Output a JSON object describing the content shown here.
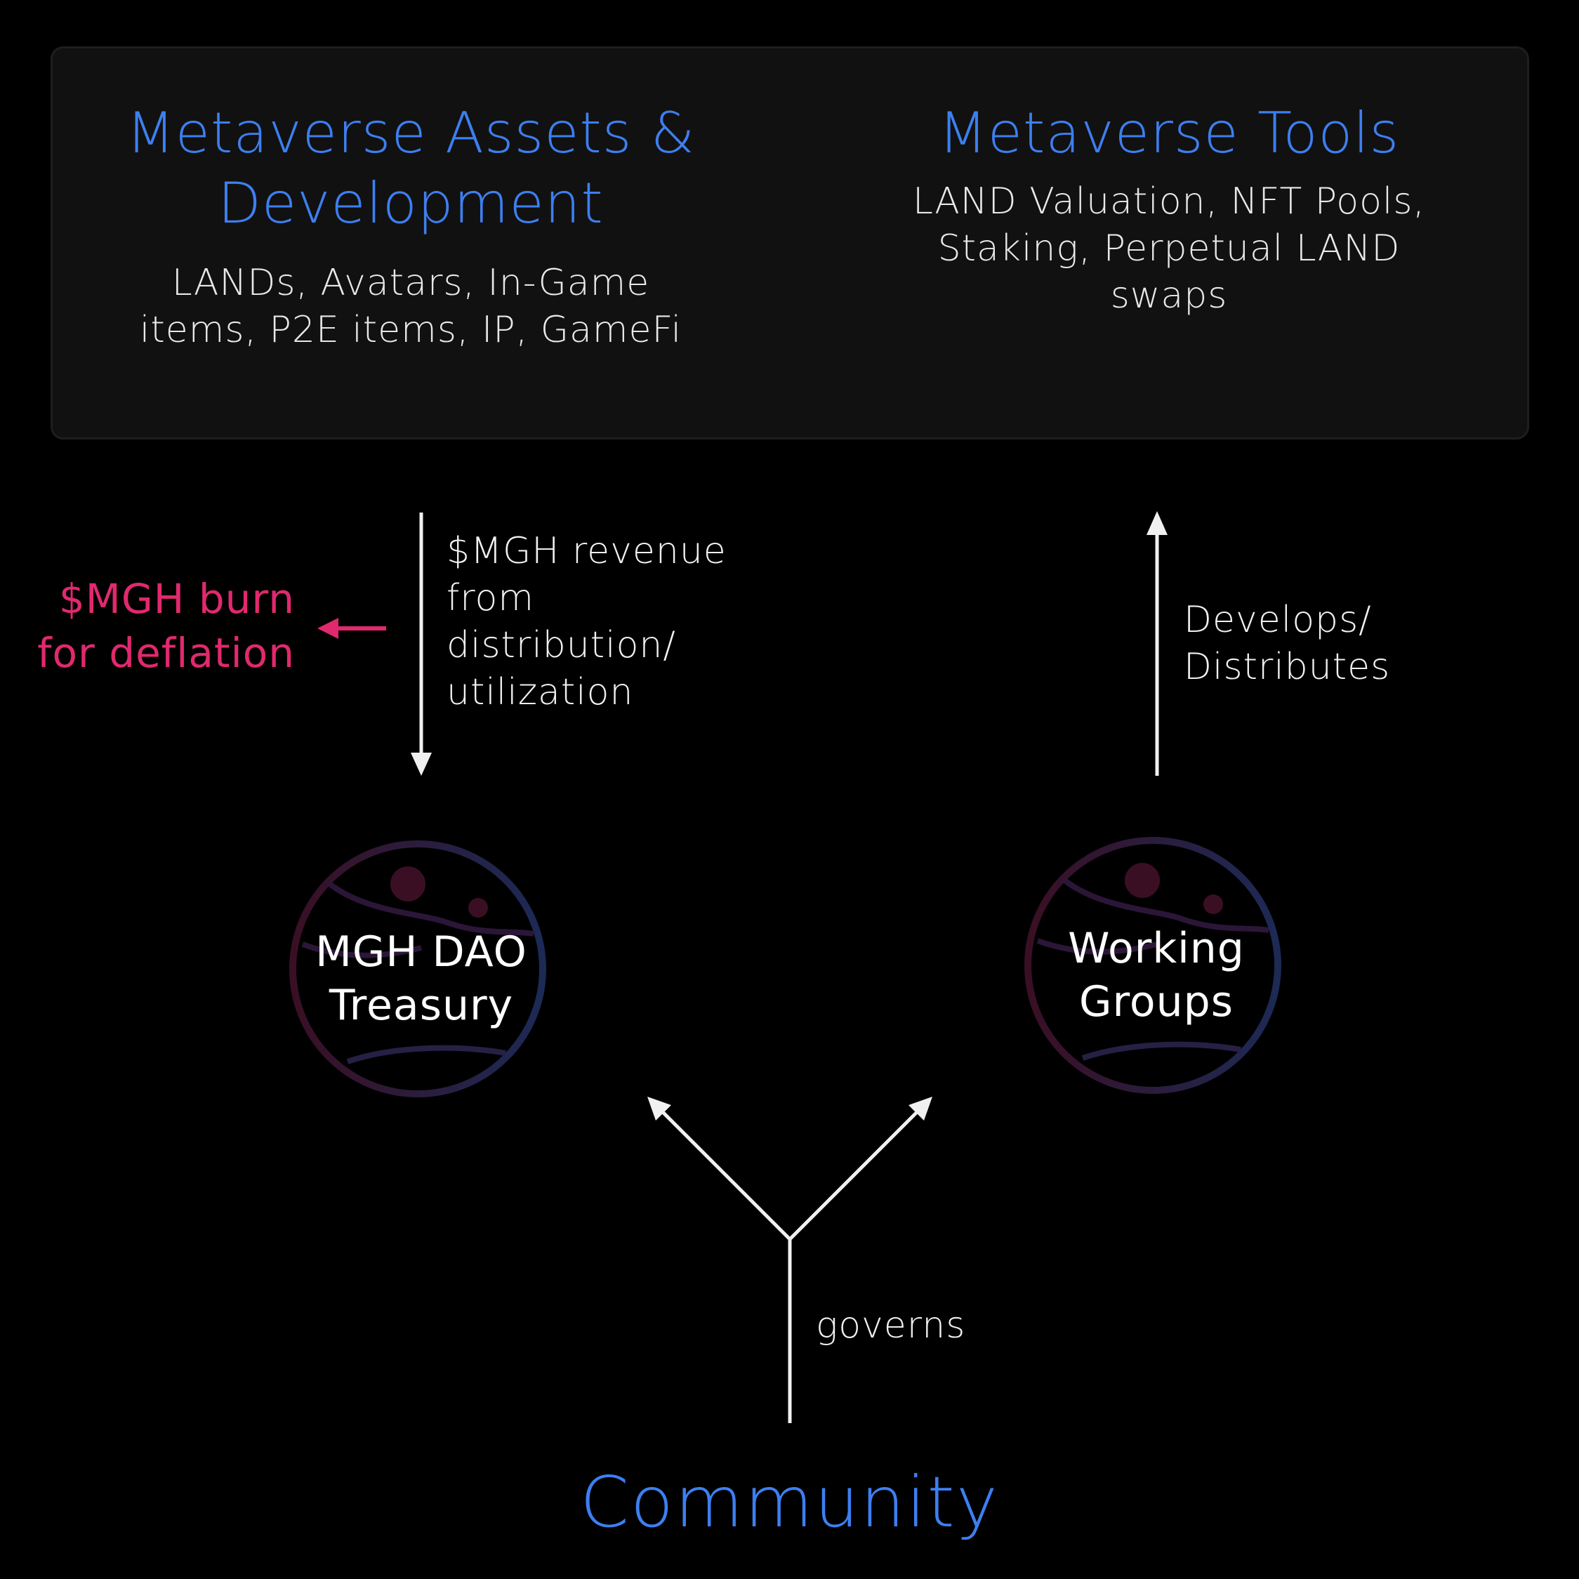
{
  "panel": {
    "left": {
      "title_line1": "Metaverse Assets &",
      "title_line2": "Development",
      "desc_line1": "LANDs, Avatars, In-Game",
      "desc_line2": "items, P2E items, IP, GameFi"
    },
    "right": {
      "title": "Metaverse Tools",
      "desc_line1": "LAND Valuation, NFT Pools,",
      "desc_line2": "Staking, Perpetual LAND",
      "desc_line3": "swaps"
    }
  },
  "burn": {
    "line1": "$MGH burn",
    "line2": "for deflation"
  },
  "revenue": {
    "line1": "$MGH revenue",
    "line2": "from",
    "line3": "distribution/",
    "line4": "utilization"
  },
  "develops": {
    "line1": "Develops/",
    "line2": "Distributes"
  },
  "treasury": {
    "line1": "MGH DAO",
    "line2": "Treasury"
  },
  "working_groups": {
    "line1": "Working",
    "line2": "Groups"
  },
  "governs": "governs",
  "community": "Community",
  "colors": {
    "background": "#000000",
    "panel": "#111111",
    "accent_blue": "#3d7ff0",
    "burn_pink": "#e0296e",
    "arrow": "#f0f0f0",
    "globe_red": "#3a0f24",
    "globe_blue": "#1c2a55"
  },
  "icons": [
    "globe-icon",
    "arrow-down-icon",
    "arrow-up-icon",
    "arrow-left-icon",
    "arrow-diagonal-icon"
  ]
}
